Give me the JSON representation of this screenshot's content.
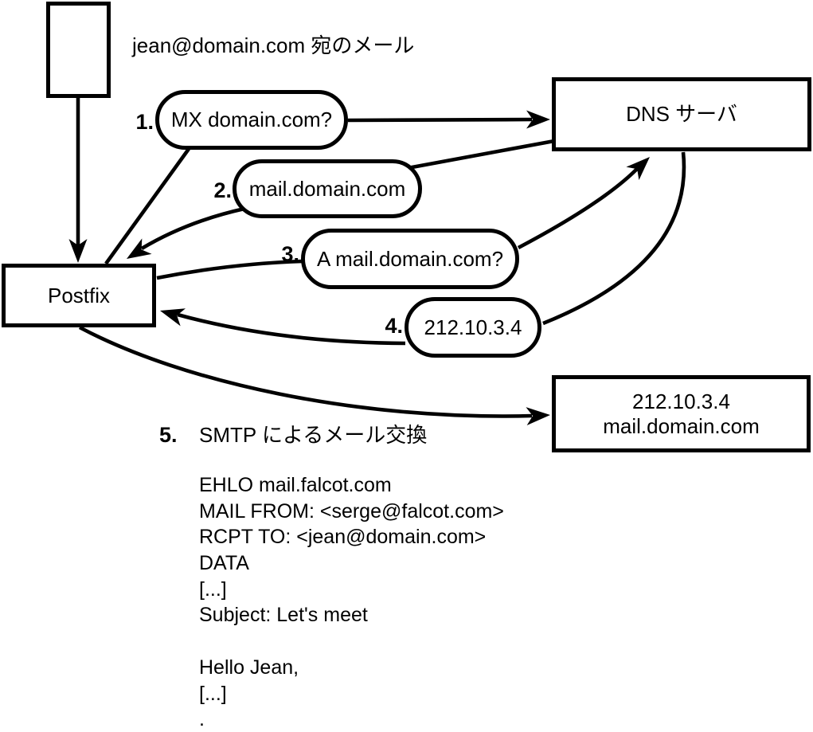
{
  "title": "jean@domain.com 宛のメール",
  "nodes": {
    "postfix": "Postfix",
    "dns_server": "DNS サーバ",
    "mail_server": {
      "line1": "212.10.3.4",
      "line2": "mail.domain.com"
    }
  },
  "steps": [
    {
      "num": "1.",
      "label": "MX domain.com?"
    },
    {
      "num": "2.",
      "label": "mail.domain.com"
    },
    {
      "num": "3.",
      "label": "A mail.domain.com?"
    },
    {
      "num": "4.",
      "label": "212.10.3.4"
    },
    {
      "num": "5.",
      "label": "SMTP によるメール交換"
    }
  ],
  "smtp": {
    "lines": [
      "EHLO mail.falcot.com",
      "MAIL FROM: <serge@falcot.com>",
      "RCPT TO: <jean@domain.com>",
      "DATA",
      "[...]",
      "Subject: Let's meet",
      "",
      "Hello Jean,",
      "[...]",
      "."
    ]
  },
  "colors": {
    "stroke": "#000000",
    "background": "#ffffff"
  }
}
